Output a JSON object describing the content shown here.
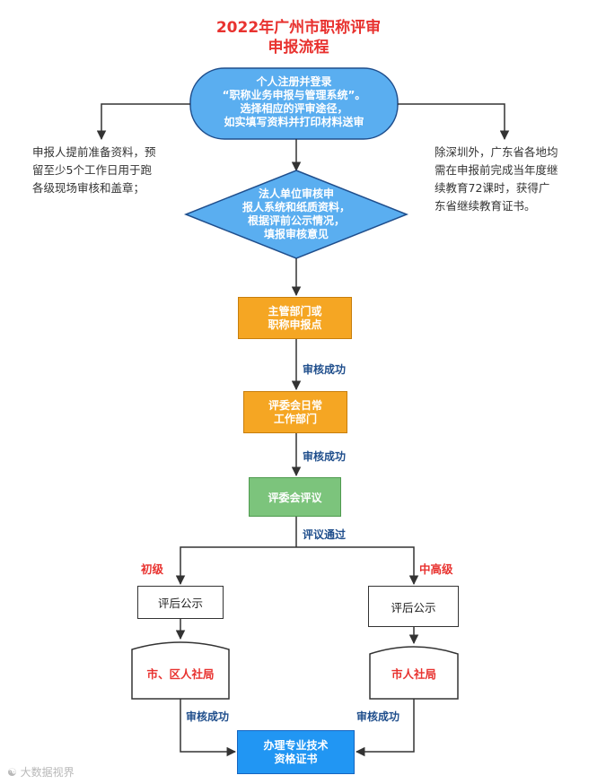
{
  "title": {
    "line1": "2022年广州市职称评审",
    "line2": "申报流程"
  },
  "nodes": {
    "start": [
      "个人注册并登录",
      "“职称业务申报与管理系统”。",
      "选择相应的评审途径，",
      "如实填写资料并打印材料送审"
    ],
    "decision": [
      "法人单位审核申",
      "报人系统和纸质资料，",
      "根据评前公示情况，",
      "填报审核意见"
    ],
    "dept": [
      "主管部门或",
      "职称申报点"
    ],
    "office": [
      "评委会日常",
      "工作部门"
    ],
    "review": "评委会评议",
    "publicity_left": "评后公示",
    "publicity_right": "评后公示",
    "bureau_left": "市、区人社局",
    "bureau_right": "市人社局",
    "final": [
      "办理专业技术",
      "资格证书"
    ]
  },
  "notes": {
    "left": [
      "申报人提前准备资料，预",
      "留至少5个工作日用于跑",
      "各级现场审核和盖章；"
    ],
    "right": [
      "除深圳外，广东省各地均",
      "需在申报前完成当年度继",
      "续教育72课时，获得广",
      "东省继续教育证书。"
    ]
  },
  "edges": {
    "approved_1": "审核成功",
    "approved_2": "审核成功",
    "passed": "评议通过",
    "approved_left": "审核成功",
    "approved_right": "审核成功"
  },
  "branches": {
    "left": "初级",
    "right": "中高级"
  },
  "watermark": "大数据视界",
  "colors": {
    "title": "#e8322f",
    "start_fill": "#5aaef0",
    "decision_fill": "#5aaef0",
    "orange": "#f5a623",
    "green": "#7cc47c",
    "final": "#2196f3",
    "edge_label": "#1f4e8c"
  }
}
